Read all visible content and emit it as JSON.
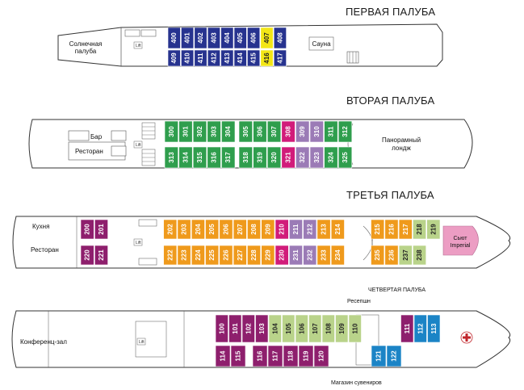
{
  "decks": [
    {
      "title": "ПЕРВАЯ ПАЛУБА",
      "labels": {
        "sun": [
          "Солнечная",
          "палуба"
        ],
        "sauna": "Сауна",
        "lift": "Lift"
      },
      "cabins_top": [
        {
          "n": "400",
          "c": "#27338f"
        },
        {
          "n": "401",
          "c": "#27338f"
        },
        {
          "n": "402",
          "c": "#27338f"
        },
        {
          "n": "403",
          "c": "#27338f"
        },
        {
          "n": "404",
          "c": "#27338f"
        },
        {
          "n": "405",
          "c": "#27338f"
        },
        {
          "n": "406",
          "c": "#27338f"
        },
        {
          "n": "407",
          "c": "#f3e615",
          "dark": true
        },
        {
          "n": "408",
          "c": "#27338f"
        }
      ],
      "cabins_bottom": [
        {
          "n": "409",
          "c": "#27338f"
        },
        {
          "n": "410",
          "c": "#27338f"
        },
        {
          "n": "411",
          "c": "#27338f"
        },
        {
          "n": "412",
          "c": "#27338f"
        },
        {
          "n": "413",
          "c": "#27338f"
        },
        {
          "n": "414",
          "c": "#27338f"
        },
        {
          "n": "415",
          "c": "#27338f"
        },
        {
          "n": "416",
          "c": "#f3e615",
          "dark": true
        },
        {
          "n": "417",
          "c": "#27338f"
        }
      ]
    },
    {
      "title": "ВТОРАЯ ПАЛУБА",
      "labels": {
        "bar": "Бар",
        "restaurant": "Ресторан",
        "lounge": [
          "Панорамный",
          "лондж"
        ],
        "lift": "Lift"
      },
      "cabins_top": [
        {
          "n": "300",
          "c": "#2f9e4d"
        },
        {
          "n": "301",
          "c": "#2f9e4d"
        },
        {
          "n": "302",
          "c": "#2f9e4d"
        },
        {
          "n": "303",
          "c": "#2f9e4d"
        },
        {
          "n": "304",
          "c": "#2f9e4d"
        },
        {
          "n": "305",
          "c": "#2f9e4d"
        },
        {
          "n": "306",
          "c": "#2f9e4d"
        },
        {
          "n": "307",
          "c": "#2f9e4d"
        },
        {
          "n": "308",
          "c": "#d11c7a"
        },
        {
          "n": "309",
          "c": "#9b7bb6"
        },
        {
          "n": "310",
          "c": "#9b7bb6"
        },
        {
          "n": "311",
          "c": "#2f9e4d"
        },
        {
          "n": "312",
          "c": "#2f9e4d"
        }
      ],
      "cabins_bottom": [
        {
          "n": "313",
          "c": "#2f9e4d"
        },
        {
          "n": "314",
          "c": "#2f9e4d"
        },
        {
          "n": "315",
          "c": "#2f9e4d"
        },
        {
          "n": "316",
          "c": "#2f9e4d"
        },
        {
          "n": "317",
          "c": "#2f9e4d"
        },
        {
          "n": "318",
          "c": "#2f9e4d"
        },
        {
          "n": "319",
          "c": "#2f9e4d"
        },
        {
          "n": "320",
          "c": "#2f9e4d"
        },
        {
          "n": "321",
          "c": "#d11c7a"
        },
        {
          "n": "322",
          "c": "#9b7bb6"
        },
        {
          "n": "323",
          "c": "#9b7bb6"
        },
        {
          "n": "324",
          "c": "#2f9e4d"
        },
        {
          "n": "325",
          "c": "#2f9e4d"
        }
      ]
    },
    {
      "title": "ТРЕТЬЯ ПАЛУБА",
      "labels": {
        "kitchen": "Кухня",
        "restaurant": "Ресторан",
        "suite": [
          "Сьют",
          "Imperial"
        ],
        "lift": "Lift"
      },
      "cabins_top": [
        {
          "n": "200",
          "c": "#8e1f6d"
        },
        {
          "n": "201",
          "c": "#8e1f6d"
        },
        {
          "n": "202",
          "c": "#ef9a1c"
        },
        {
          "n": "203",
          "c": "#ef9a1c"
        },
        {
          "n": "204",
          "c": "#ef9a1c"
        },
        {
          "n": "205",
          "c": "#ef9a1c"
        },
        {
          "n": "206",
          "c": "#ef9a1c"
        },
        {
          "n": "207",
          "c": "#ef9a1c"
        },
        {
          "n": "208",
          "c": "#ef9a1c"
        },
        {
          "n": "209",
          "c": "#ef9a1c"
        },
        {
          "n": "210",
          "c": "#d11c7a"
        },
        {
          "n": "211",
          "c": "#9b7bb6"
        },
        {
          "n": "212",
          "c": "#9b7bb6"
        },
        {
          "n": "213",
          "c": "#ef9a1c"
        },
        {
          "n": "214",
          "c": "#ef9a1c"
        },
        {
          "n": "215",
          "c": "#ef9a1c"
        },
        {
          "n": "216",
          "c": "#ef9a1c"
        },
        {
          "n": "217",
          "c": "#ef9a1c"
        },
        {
          "n": "218",
          "c": "#b9d38a",
          "dark": true
        },
        {
          "n": "219",
          "c": "#b9d38a",
          "dark": true
        }
      ],
      "cabins_bottom": [
        {
          "n": "220",
          "c": "#8e1f6d"
        },
        {
          "n": "221",
          "c": "#8e1f6d"
        },
        {
          "n": "222",
          "c": "#ef9a1c"
        },
        {
          "n": "223",
          "c": "#ef9a1c"
        },
        {
          "n": "224",
          "c": "#ef9a1c"
        },
        {
          "n": "225",
          "c": "#ef9a1c"
        },
        {
          "n": "226",
          "c": "#ef9a1c"
        },
        {
          "n": "227",
          "c": "#ef9a1c"
        },
        {
          "n": "228",
          "c": "#ef9a1c"
        },
        {
          "n": "229",
          "c": "#ef9a1c"
        },
        {
          "n": "230",
          "c": "#d11c7a"
        },
        {
          "n": "231",
          "c": "#9b7bb6"
        },
        {
          "n": "232",
          "c": "#9b7bb6"
        },
        {
          "n": "233",
          "c": "#ef9a1c"
        },
        {
          "n": "234",
          "c": "#ef9a1c"
        },
        {
          "n": "235",
          "c": "#ef9a1c"
        },
        {
          "n": "236",
          "c": "#ef9a1c"
        },
        {
          "n": "237",
          "c": "#b9d38a",
          "dark": true
        },
        {
          "n": "238",
          "c": "#b9d38a",
          "dark": true
        }
      ]
    },
    {
      "title": "ЧЕТВЕРТАЯ ПАЛУБА",
      "labels": {
        "conference": "Конференц-зал",
        "reception": "Ресепшн",
        "souvenir": "Магазин сувениров",
        "lift": "Lift"
      },
      "cabins_top": [
        {
          "n": "100",
          "c": "#8e1f6d"
        },
        {
          "n": "101",
          "c": "#8e1f6d"
        },
        {
          "n": "102",
          "c": "#8e1f6d"
        },
        {
          "n": "103",
          "c": "#8e1f6d"
        },
        {
          "n": "104",
          "c": "#b9d38a",
          "dark": true
        },
        {
          "n": "105",
          "c": "#b9d38a",
          "dark": true
        },
        {
          "n": "106",
          "c": "#b9d38a",
          "dark": true
        },
        {
          "n": "107",
          "c": "#b9d38a",
          "dark": true
        },
        {
          "n": "108",
          "c": "#b9d38a",
          "dark": true
        },
        {
          "n": "109",
          "c": "#b9d38a",
          "dark": true
        },
        {
          "n": "110",
          "c": "#b9d38a",
          "dark": true
        },
        {
          "n": "111",
          "c": "#8e1f6d"
        },
        {
          "n": "112",
          "c": "#1b84c6"
        },
        {
          "n": "113",
          "c": "#1b84c6"
        }
      ],
      "cabins_bottom": [
        {
          "n": "114",
          "c": "#8e1f6d"
        },
        {
          "n": "115",
          "c": "#8e1f6d"
        },
        {
          "n": "116",
          "c": "#8e1f6d"
        },
        {
          "n": "117",
          "c": "#8e1f6d"
        },
        {
          "n": "118",
          "c": "#8e1f6d"
        },
        {
          "n": "119",
          "c": "#8e1f6d"
        },
        {
          "n": "120",
          "c": "#8e1f6d"
        },
        {
          "n": "121",
          "c": "#1b84c6"
        },
        {
          "n": "122",
          "c": "#1b84c6"
        }
      ]
    }
  ],
  "icons": {
    "first_aid": "red-cross-icon",
    "stairs": "stairs-icon"
  },
  "colors": {
    "outline": "#333333",
    "hull": "#ffffff"
  }
}
